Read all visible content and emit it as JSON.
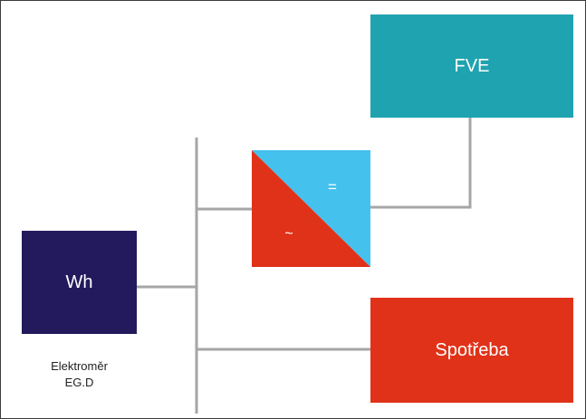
{
  "diagram": {
    "fve_label": "FVE",
    "meter_label": "Wh",
    "meter_caption_line1": "Elektroměr",
    "meter_caption_line2": "EG.D",
    "consumption_label": "Spotřeba",
    "inverter_dc_symbol": "=",
    "inverter_ac_symbol": "~"
  },
  "colors": {
    "fve": "#1fa3b0",
    "meter": "#221a5c",
    "consumption": "#e03219",
    "inverter_dc": "#45c1ee",
    "inverter_ac": "#e03219",
    "wire": "#a6a6a6"
  }
}
